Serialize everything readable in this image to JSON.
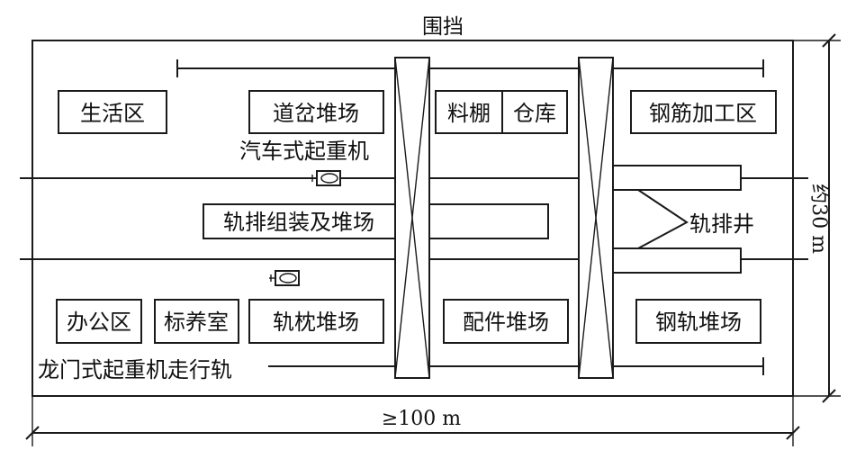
{
  "enclosure_label": "围挡",
  "dim_width_label": "≥100 m",
  "dim_height_label": "约30 m",
  "zones": {
    "living": "生活区",
    "turnout_yard": "道岔堆场",
    "material_shed": "料棚",
    "warehouse": "仓库",
    "rebar_area": "钢筋加工区",
    "office": "办公区",
    "lab": "标养室",
    "sleeper_yard": "轨枕堆场",
    "parts_yard": "配件堆场",
    "rail_yard": "钢轨堆场",
    "track_panel_yard": "轨排组装及堆场"
  },
  "labels": {
    "truck_crane": "汽车式起重机",
    "track_panel_well": "轨排井",
    "gantry_rail": "龙门式起重机走行轨"
  }
}
